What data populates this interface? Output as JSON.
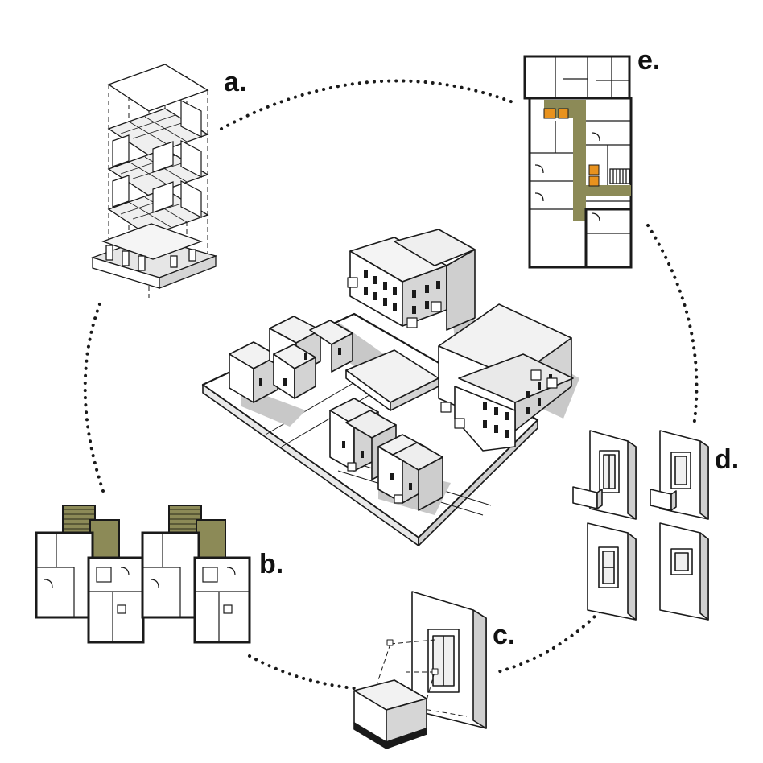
{
  "labels": {
    "a": "a.",
    "b": "b.",
    "c": "c.",
    "d": "d.",
    "e": "e."
  },
  "colors": {
    "line": "#1a1a1a",
    "wall_light": "#f4f4f4",
    "wall_mid": "#dcdcdc",
    "wall_dark": "#bdbdbd",
    "shadow": "#c8c8c8",
    "core_olive": "#8c8a57",
    "core_olive_dark": "#6f6c3f",
    "accent_orange": "#e8921e"
  }
}
